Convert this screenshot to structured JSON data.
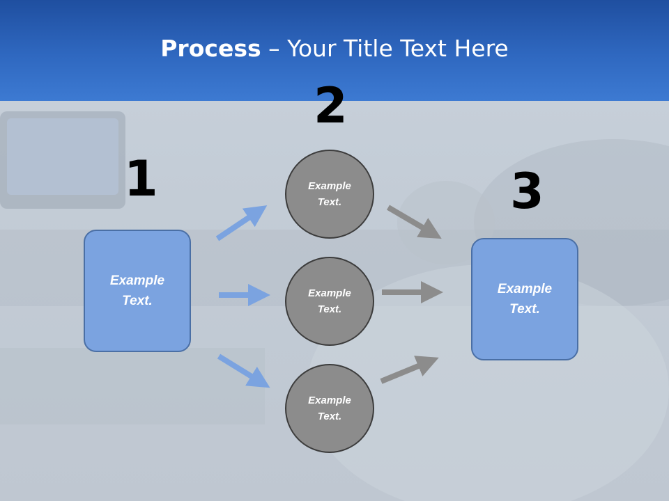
{
  "slide": {
    "title_bold": "Process",
    "title_rest": " – Your Title Text Here",
    "step_numbers": [
      "1",
      "2",
      "3"
    ],
    "left_box_text": "Example\nText.",
    "right_box_text": "Example\nText.",
    "circles": [
      "Example\nText.",
      "Example\nText.",
      "Example\nText."
    ]
  },
  "colors": {
    "header": "#2f68c0",
    "box_fill": "#7ba3e0",
    "circle_fill": "#8c8c8c",
    "blue_arrow": "#7ba3e0",
    "gray_arrow": "#8c8c8c"
  }
}
